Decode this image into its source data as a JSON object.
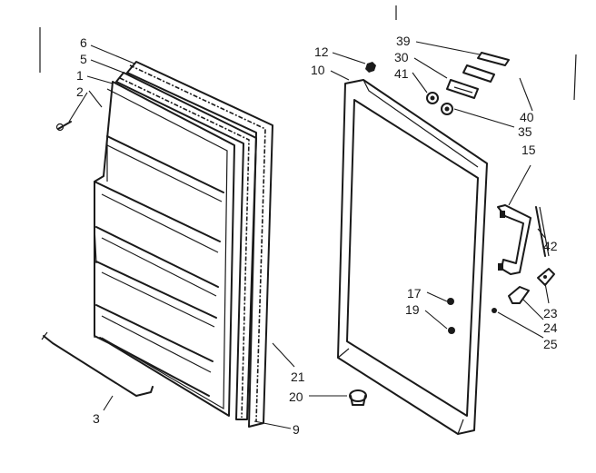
{
  "callouts": [
    "6",
    "5",
    "1",
    "2",
    "3",
    "21",
    "20",
    "9",
    "12",
    "10",
    "39",
    "30",
    "41",
    "40",
    "35",
    "15",
    "42",
    "17",
    "19",
    "23",
    "24",
    "25"
  ]
}
